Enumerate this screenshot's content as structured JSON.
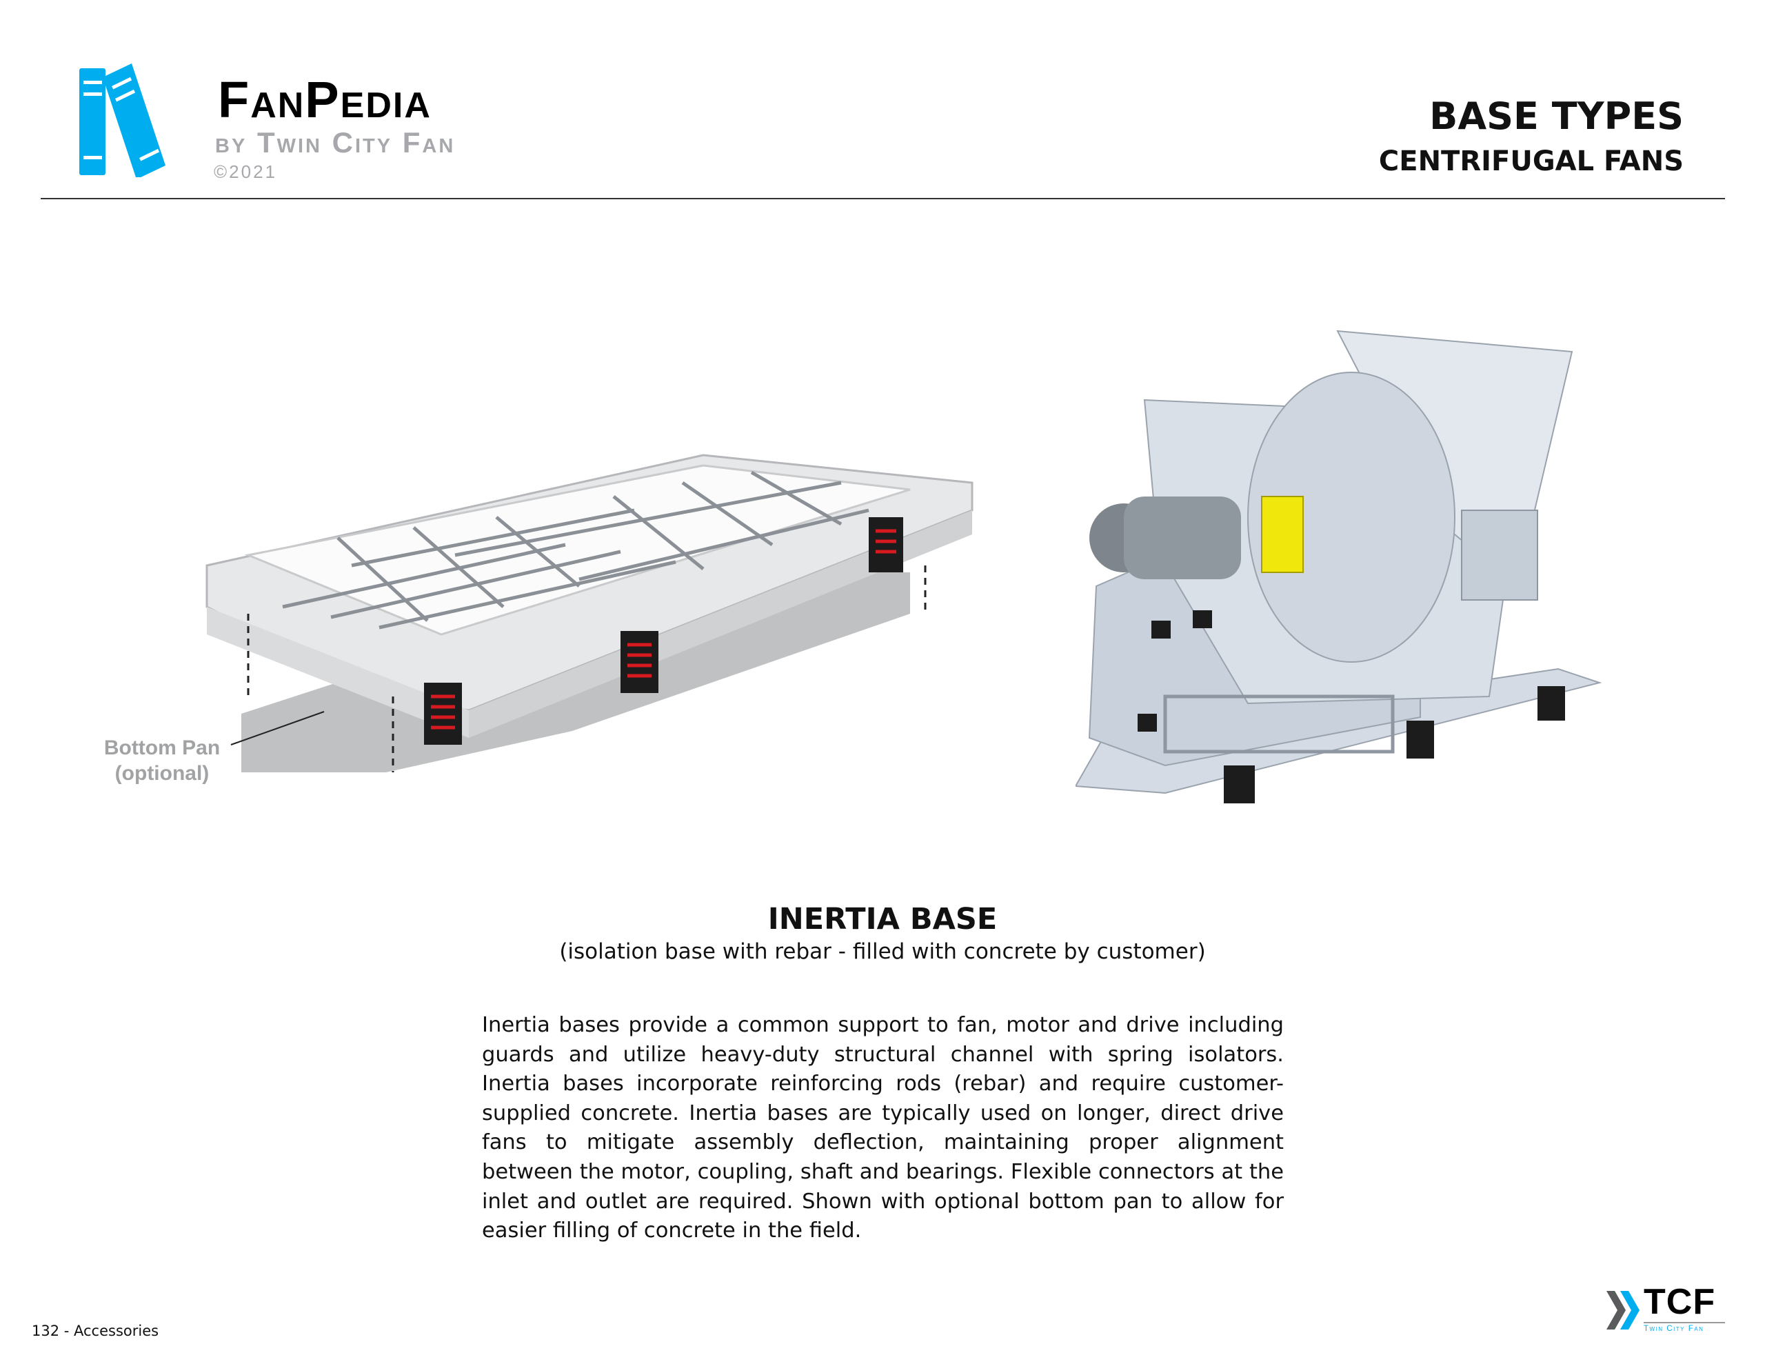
{
  "header": {
    "brand_name": "FanPedia",
    "brand_byline": "by Twin City Fan",
    "brand_copyright": "©2021",
    "title": "BASE TYPES",
    "subtitle": "CENTRIFUGAL FANS"
  },
  "figure": {
    "callout_label_line1": "Bottom Pan",
    "callout_label_line2": "(optional)"
  },
  "section": {
    "title": "INERTIA BASE",
    "subtitle": "(isolation base with rebar - filled with concrete by customer)",
    "body": "Inertia bases provide a common support to fan, motor and drive including guards and utilize heavy-duty structural channel with spring isolators. Inertia bases incorporate reinforcing rods (rebar) and require customer-supplied concrete. Inertia bases are typically used on longer, direct drive fans to mitigate assembly deflection, maintaining proper alignment between the motor, coupling, shaft and bearings. Flexible connectors at the inlet and outlet are required. Shown with optional bottom pan to allow for easier filling of concrete in the field."
  },
  "footer": {
    "page_label": "132 - Accessories",
    "logo_text": "TCF",
    "logo_subtext": "Twin City Fan"
  },
  "colors": {
    "brand_blue": "#00aeef",
    "brand_gray": "#a6a8ab",
    "spring_red": "#d71920"
  }
}
